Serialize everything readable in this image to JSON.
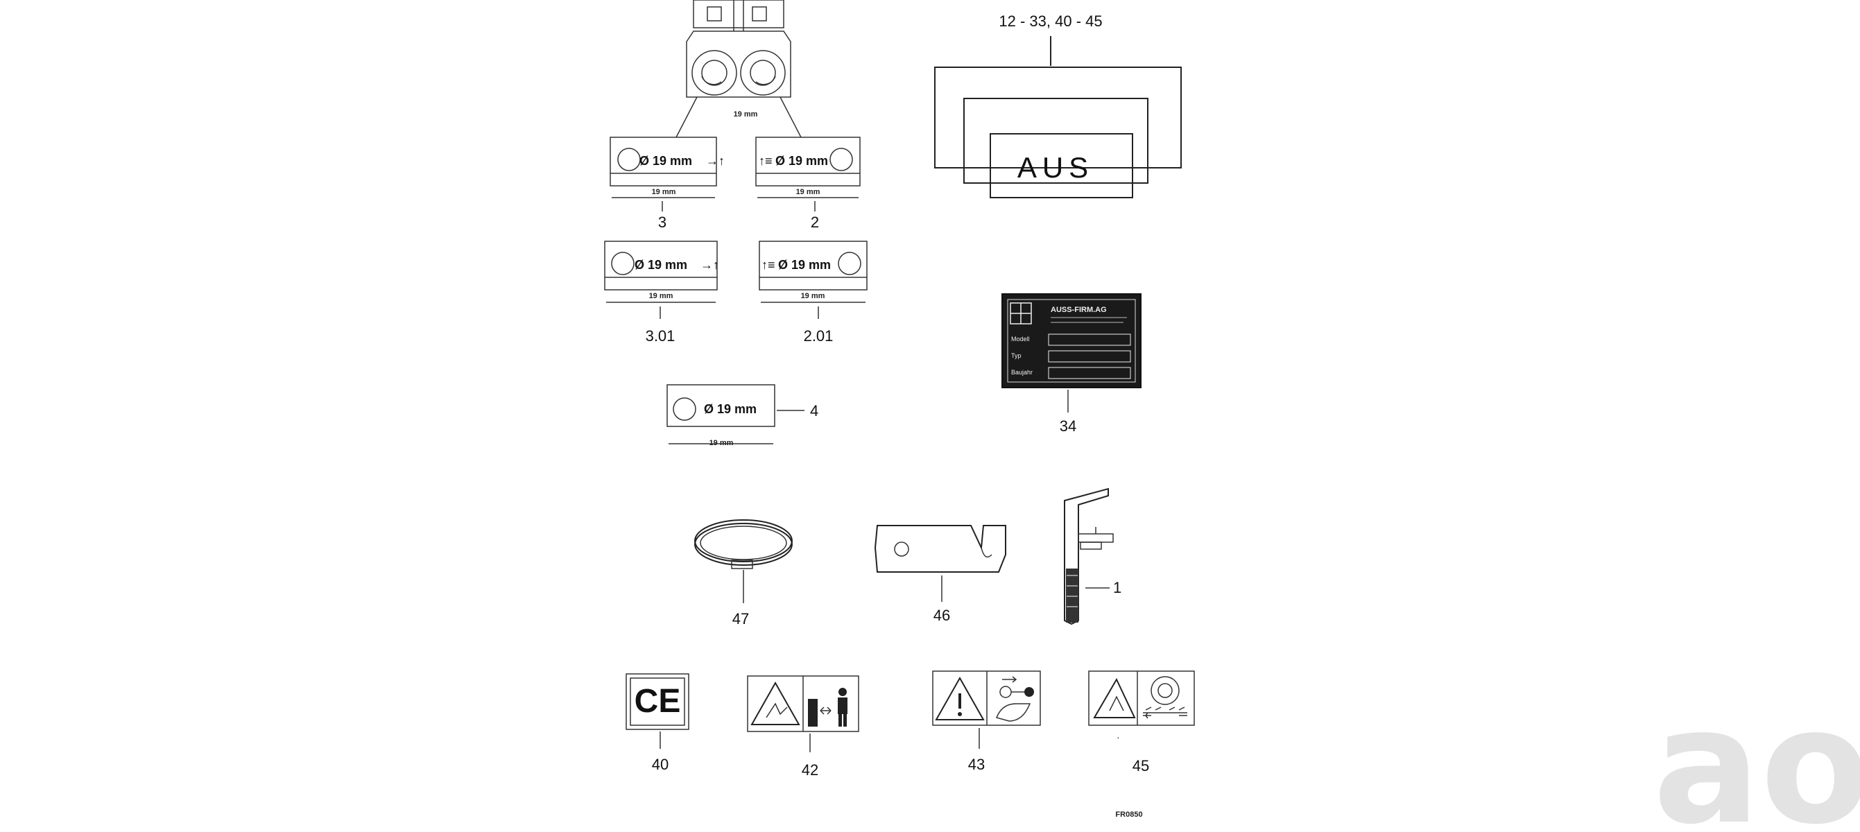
{
  "labels": {
    "top_ref": "12 - 33, 40 - 45",
    "aus": "AUS",
    "sticker_3": "Ø 19 mm",
    "sticker_3_sub": "19 mm",
    "sticker_2": "Ø 19 mm",
    "sticker_2_sub": "19 mm",
    "sticker_301": "Ø 19 mm",
    "sticker_301_sub": "19 mm",
    "sticker_201": "Ø 19 mm",
    "sticker_201_sub": "19 mm",
    "sticker_4": "Ø 19 mm",
    "sticker_4_sub": "19 mm",
    "rotor_caption": "19 mm",
    "plate_title": "AUSS-FIRM.AG",
    "plate_row1": "Modell",
    "plate_row2": "Typ",
    "plate_row3": "Baujahr",
    "footer_code": "FR0850",
    "watermark": "ao"
  },
  "callouts": {
    "n3": "3",
    "n2": "2",
    "n301": "3.01",
    "n201": "2.01",
    "n4": "4",
    "n34": "34",
    "n47": "47",
    "n46": "46",
    "n1": "1",
    "n40": "40",
    "n42": "42",
    "n43": "43",
    "n45": "45"
  },
  "symbols": {
    "ce": "CE"
  }
}
